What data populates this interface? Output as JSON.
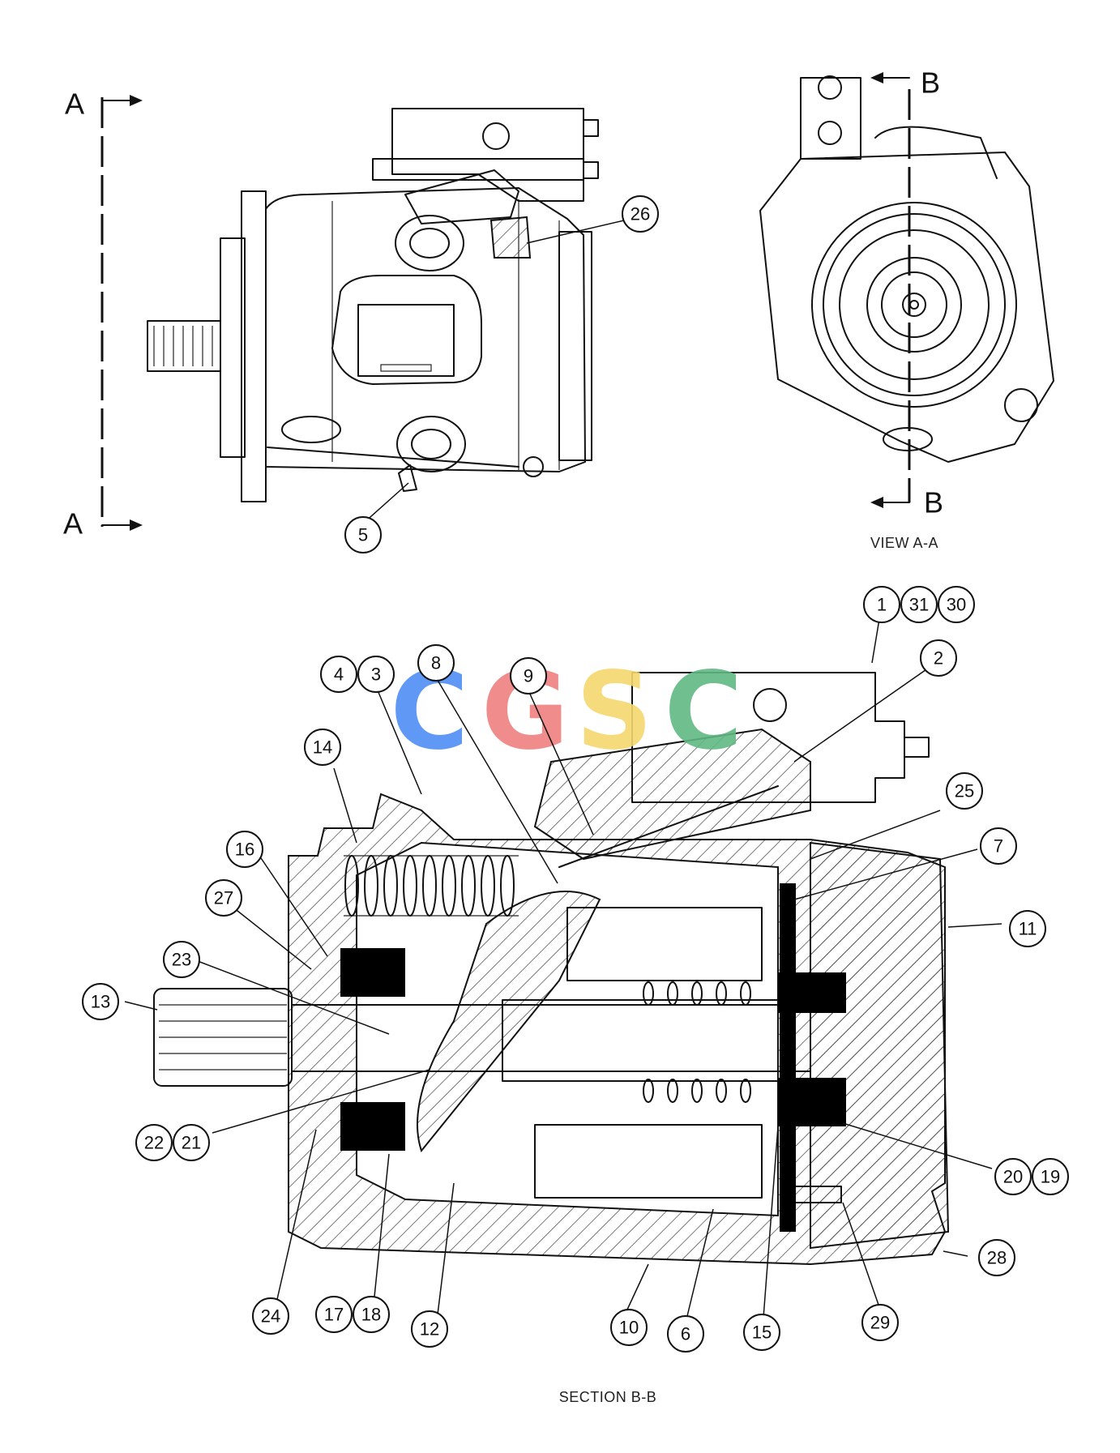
{
  "views": {
    "view_a_label": "VIEW A-A",
    "section_b_label": "SECTION B-B"
  },
  "section_marks": {
    "a_top": "A",
    "a_bottom": "A",
    "b_top": "B",
    "b_bottom": "B"
  },
  "watermark": {
    "letters": [
      "C",
      "G",
      "S",
      "C"
    ],
    "colors": [
      "#4f8df5",
      "#f08080",
      "#f5d76e",
      "#5fb883"
    ]
  },
  "callouts_top": [
    "26",
    "5"
  ],
  "callouts_section": [
    "1",
    "31",
    "30",
    "2",
    "4",
    "3",
    "8",
    "9",
    "14",
    "25",
    "16",
    "7",
    "27",
    "11",
    "23",
    "13",
    "22",
    "21",
    "20",
    "19",
    "28",
    "24",
    "17",
    "18",
    "12",
    "10",
    "6",
    "15",
    "29"
  ]
}
